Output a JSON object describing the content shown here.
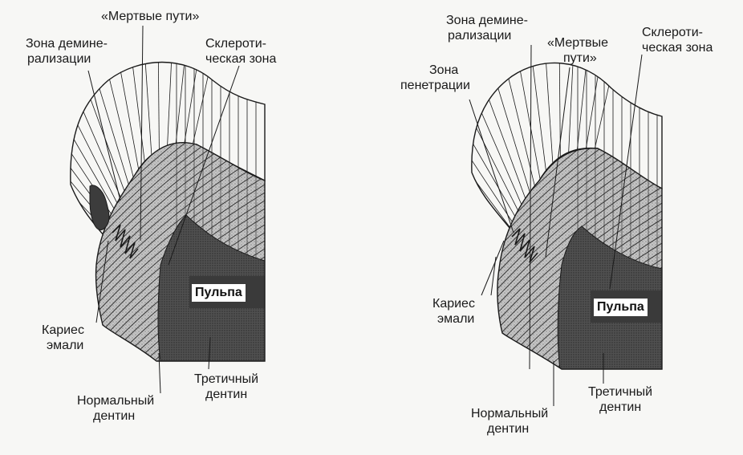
{
  "left": {
    "dead_tracts": "«Мертвые пути»",
    "demineralization_zone": [
      "Зона демине-",
      "рализации"
    ],
    "sclerotic_zone": [
      "Склероти-",
      "ческая зона"
    ],
    "pulp": "Пульпа",
    "enamel_caries": [
      "Кариес",
      "эмали"
    ],
    "tertiary_dentin": [
      "Третичный",
      "дентин"
    ],
    "normal_dentin": [
      "Нормальный",
      "дентин"
    ]
  },
  "right": {
    "demineralization_zone": [
      "Зона демине-",
      "рализации"
    ],
    "dead_tracts": [
      "«Мертвые",
      "пути»"
    ],
    "sclerotic_zone": [
      "Склероти-",
      "ческая зона"
    ],
    "penetration_zone": [
      "Зона",
      "пенетрации"
    ],
    "pulp": "Пульпа",
    "enamel_caries": [
      "Кариес",
      "эмали"
    ],
    "tertiary_dentin": [
      "Третичный",
      "дентин"
    ],
    "normal_dentin": [
      "Нормальный",
      "дентин"
    ]
  },
  "colors": {
    "ink": "#1a1a1a",
    "dentin_gray": "#b9b9b9",
    "dark_dentin": "#4a4a4a",
    "paper": "#f7f7f5"
  }
}
